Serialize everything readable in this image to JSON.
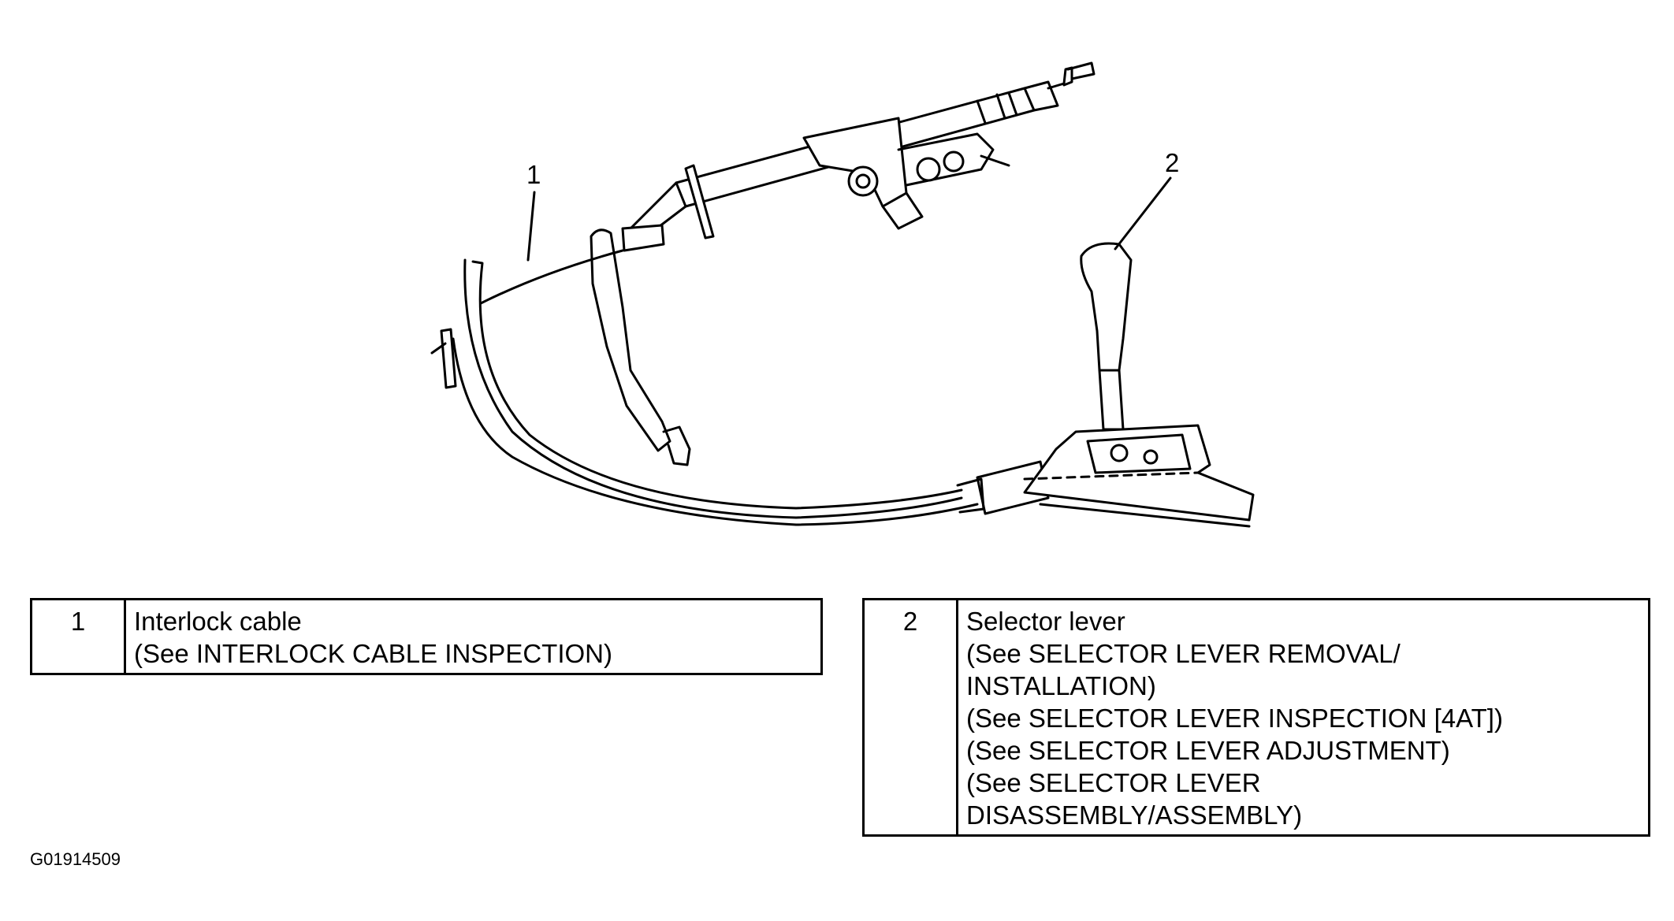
{
  "callouts": [
    {
      "label": "1"
    },
    {
      "label": "2"
    }
  ],
  "legend": [
    {
      "number": "1",
      "lines": [
        "Interlock cable",
        "(See INTERLOCK CABLE INSPECTION)"
      ]
    },
    {
      "number": "2",
      "lines": [
        "Selector lever",
        "(See SELECTOR LEVER REMOVAL/",
        "INSTALLATION)",
        "(See SELECTOR LEVER INSPECTION [4AT])",
        "(See SELECTOR LEVER ADJUSTMENT)",
        "(See SELECTOR LEVER",
        "DISASSEMBLY/ASSEMBLY)"
      ]
    }
  ],
  "figure_id": "G01914509"
}
